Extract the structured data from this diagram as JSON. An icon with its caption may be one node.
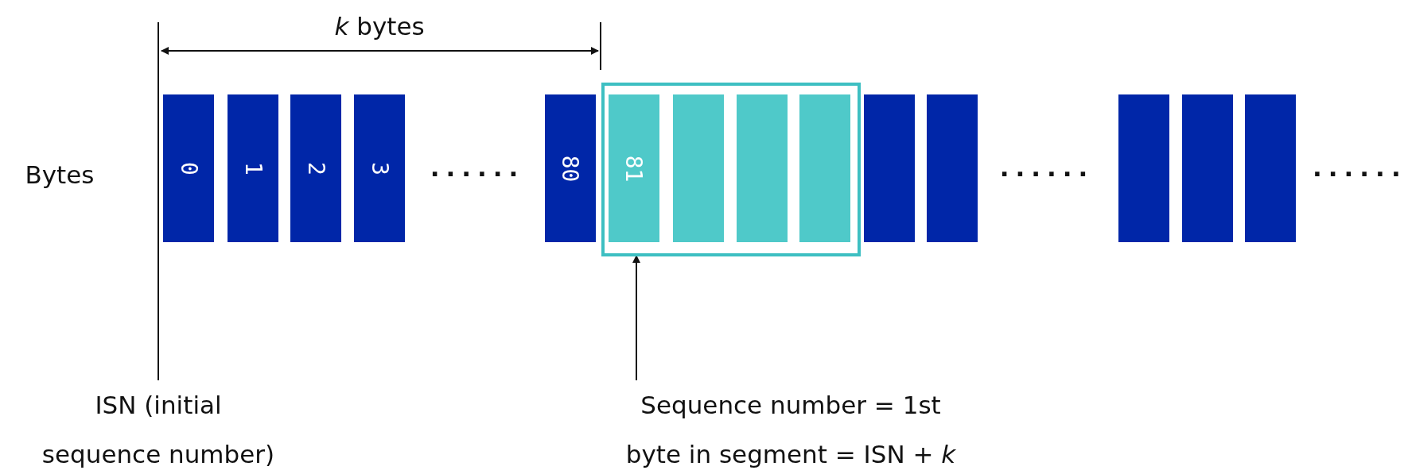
{
  "diagram": {
    "nodes": [
      {
        "text": [
          "0"
        ]
      },
      {
        "text": [
          "1"
        ]
      },
      {
        "text": [
          "2"
        ]
      },
      {
        "text": [
          "3"
        ]
      },
      {
        "text": [
          "80"
        ]
      },
      {
        "text": [],
        "shape": "box"
      },
      {
        "text": [
          "81"
        ],
        "in": 5
      },
      {
        "text": [],
        "shape": "bar",
        "in": 5
      },
      {
        "text": [],
        "shape": "bar",
        "in": 5
      },
      {
        "text": [],
        "shape": "bar",
        "in": 5
      },
      {
        "text": [],
        "shape": "bar"
      },
      {
        "text": [],
        "shape": "bar"
      },
      {
        "text": [],
        "shape": "bar"
      },
      {
        "text": [],
        "shape": "bar"
      },
      {
        "text": [],
        "shape": "bar"
      },
      {
        "text": [
          "ISN (initial sequence number)"
        ]
      },
      {
        "text": [
          "Sequence number = 1st byte in segment = ISN + *k*"
        ]
      }
    ],
    "edges": [
      {
        "from": 15,
        "to": null,
        "arrow": "none"
      },
      {
        "from": 16,
        "to": 5,
        "arrow": "to"
      }
    ],
    "labels": [
      "*k* bytes",
      "Bytes",
      "......",
      "......",
      "......"
    ]
  }
}
